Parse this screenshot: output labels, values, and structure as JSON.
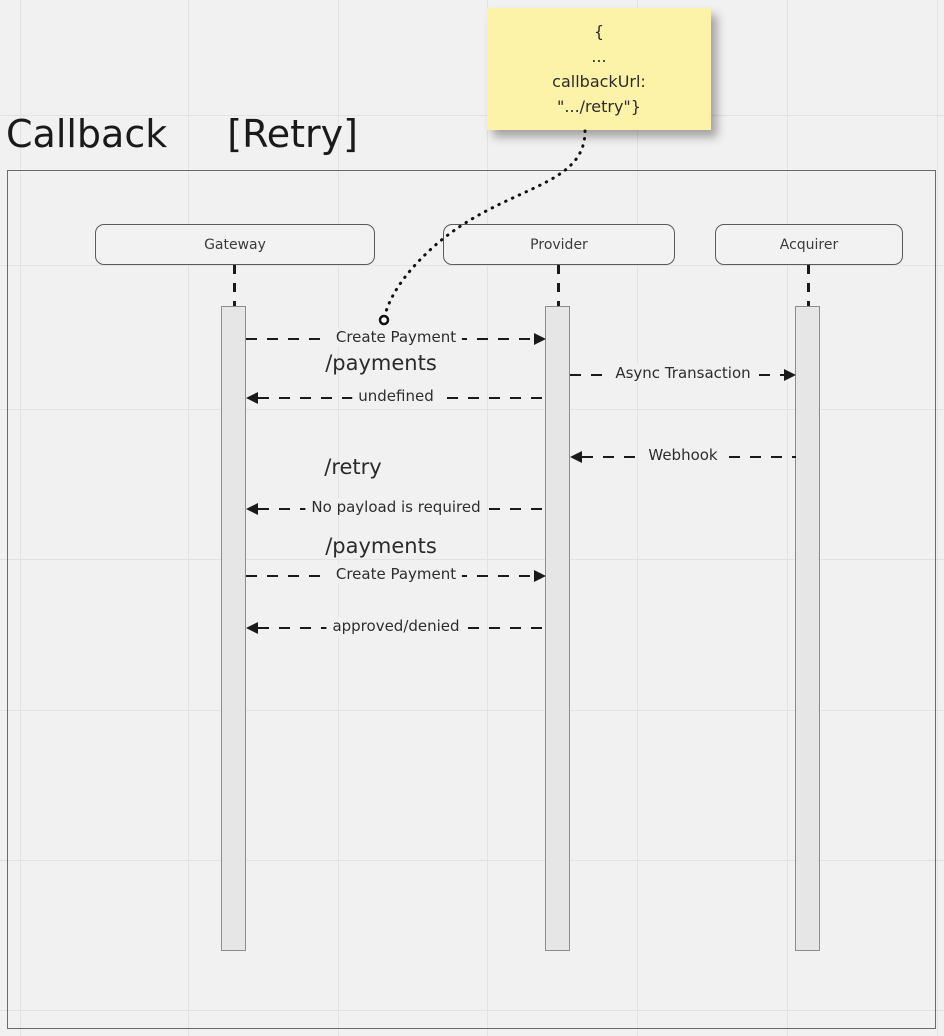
{
  "diagram": {
    "title_left": "Callback",
    "title_right": "[Retry]",
    "frame_border_color": "#6b6b6b",
    "background_color": "#f1f1f1"
  },
  "note": {
    "color": "#fdf3a8",
    "lines": [
      "{",
      "...",
      "callbackUrl:",
      "\".../retry\"}"
    ]
  },
  "actors": [
    {
      "label": "Gateway"
    },
    {
      "label": "Provider"
    },
    {
      "label": "Acquirer"
    }
  ],
  "messages": [
    {
      "label": "Create Payment",
      "from": "Gateway",
      "to": "Provider",
      "direction": "right"
    },
    {
      "label": "Async Transaction",
      "from": "Provider",
      "to": "Acquirer",
      "direction": "right"
    },
    {
      "label": "undefined",
      "from": "Provider",
      "to": "Gateway",
      "direction": "left"
    },
    {
      "label": "Webhook",
      "from": "Acquirer",
      "to": "Provider",
      "direction": "left"
    },
    {
      "label": "No payload is required",
      "from": "Provider",
      "to": "Gateway",
      "direction": "left"
    },
    {
      "label": "Create Payment",
      "from": "Gateway",
      "to": "Provider",
      "direction": "right"
    },
    {
      "label": "approved/denied",
      "from": "Provider",
      "to": "Gateway",
      "direction": "left"
    }
  ],
  "path_labels": [
    {
      "text": "/payments"
    },
    {
      "text": "/retry"
    },
    {
      "text": "/payments"
    }
  ]
}
